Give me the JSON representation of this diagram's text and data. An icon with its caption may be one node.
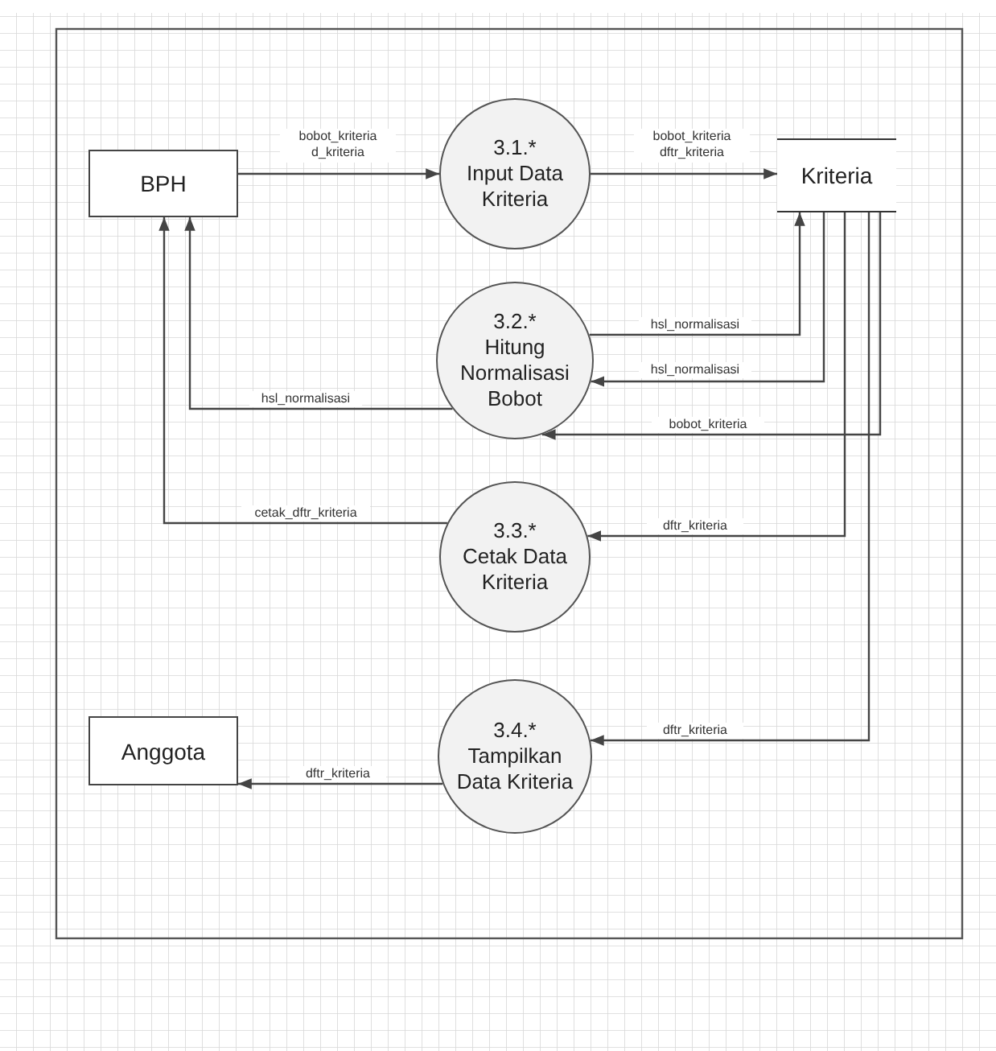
{
  "diagram": {
    "nodes": [
      {
        "text": [
          "BPH"
        ]
      },
      {
        "text": [
          "3.1.*",
          "Input Data Kriteria"
        ]
      },
      {
        "text": [
          "Kriteria"
        ]
      },
      {
        "text": [
          "3.2.*",
          "Hitung Normalisasi Bobot"
        ]
      },
      {
        "text": [
          "3.3.*",
          "Cetak Data Kriteria"
        ]
      },
      {
        "text": [
          "3.4.*",
          "Tampilkan Data Kriteria"
        ]
      },
      {
        "text": [
          "Anggota"
        ]
      }
    ],
    "edges": [
      {
        "from": 0,
        "to": 1,
        "arrow": "to",
        "label": "bobot_kriteria d_kriteria"
      },
      {
        "from": 1,
        "to": 2,
        "arrow": "to",
        "label": "bobot_kriteria dftr_kriteria"
      },
      {
        "from": 3,
        "to": 2,
        "arrow": "to",
        "label": "hsl_normalisasi"
      },
      {
        "from": 2,
        "to": 3,
        "arrow": "to",
        "label": "hsl_normalisasi"
      },
      {
        "from": 2,
        "to": 3,
        "arrow": "to",
        "label": "bobot_kriteria"
      },
      {
        "from": 3,
        "to": 0,
        "arrow": "to",
        "label": "hsl_normalisasi"
      },
      {
        "from": 4,
        "to": 0,
        "arrow": "to",
        "label": "cetak_dftr_kriteria"
      },
      {
        "from": 2,
        "to": 4,
        "arrow": "to",
        "label": "dftr_kriteria"
      },
      {
        "from": 2,
        "to": 5,
        "arrow": "to",
        "label": "dftr_kriteria"
      },
      {
        "from": 5,
        "to": 6,
        "arrow": "to",
        "label": "dftr_kriteria"
      }
    ]
  }
}
